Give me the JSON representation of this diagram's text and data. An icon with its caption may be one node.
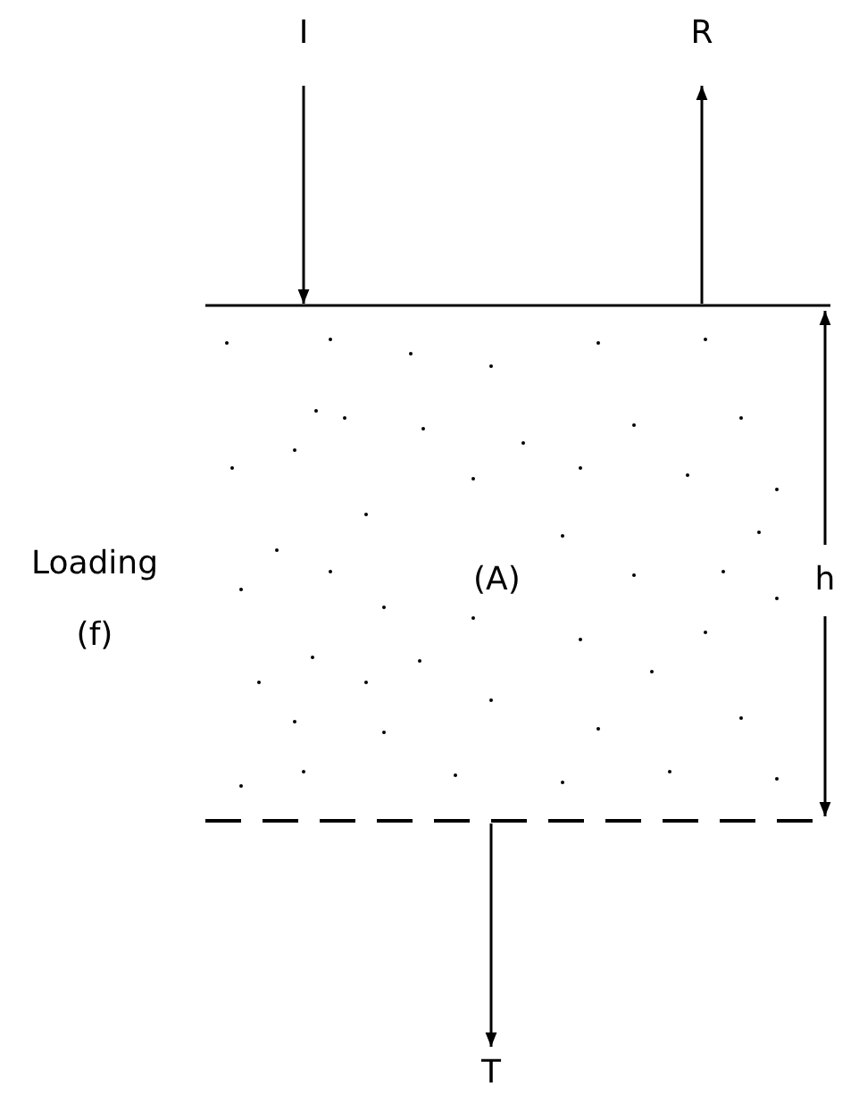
{
  "diagram": {
    "nodes": [
      {
        "text": [
          "I"
        ]
      },
      {
        "text": [
          "R"
        ]
      },
      {
        "text": [
          "(A)"
        ]
      },
      {
        "text": [
          "T"
        ]
      }
    ],
    "edges": [
      {
        "from": 0,
        "to": 2,
        "arrow": "to"
      },
      {
        "from": 2,
        "to": 1,
        "arrow": "to"
      },
      {
        "from": 2,
        "to": 3,
        "arrow": "to"
      }
    ],
    "labels": [
      "Loading (f)",
      "h"
    ]
  }
}
